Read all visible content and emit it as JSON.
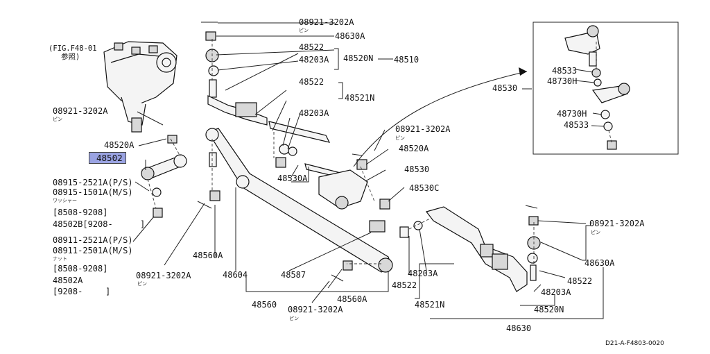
{
  "diagram": {
    "fig_ref_line1": "(FIG.F48-01",
    "fig_ref_line2": "参照)",
    "pin_note": "ピン",
    "washer_note": "ワッシャー",
    "nut_note": "ナット",
    "selected_part": "48502",
    "footer_code": "D21-A-F4803-0020",
    "labels": {
      "pin_top": "08921-3202A",
      "nut_48630A_top": "48630A",
      "part_48522_top": "48522",
      "part_48203A_top": "48203A",
      "part_48520N_top": "48520N",
      "part_48510": "48510",
      "part_48522_mid": "48522",
      "part_48521N_top": "48521N",
      "part_48203A_mid": "48203A",
      "part_48530": "48530",
      "pin_left": "08921-3202A",
      "nut_48520A_left": "48520A",
      "washer_1": "08915-2521A(P/S)",
      "washer_2": "08915-1501A(M/S)",
      "date_range_1": "[8508-9208]",
      "part_48502B": "48502B[9208-",
      "part_48502B_close": "]",
      "nut_1": "08911-2521A(P/S)",
      "nut_2": "08911-2501A(M/S)",
      "date_range_2": "[8508-9208]",
      "part_48502A": "48502A",
      "date_range_3": "[9208-",
      "date_range_3_close": "]",
      "pin_right_mid": "08921-3202A",
      "nut_48520A_right": "48520A",
      "part_48530A": "48530A",
      "part_48530_mid": "48530",
      "part_48530C": "48530C",
      "part_48560A_left": "48560A",
      "pin_bottom_left": "08921-3202A",
      "part_48604": "48604",
      "part_48587": "48587",
      "part_48560": "48560",
      "part_48560A_bottom": "48560A",
      "pin_bottom_mid": "08921-3202A",
      "part_48203A_bottom": "48203A",
      "part_48522_bottom": "48522",
      "part_48521N_bottom": "48521N",
      "part_48630": "48630",
      "part_48520N_bottom": "48520N",
      "part_48203A_right": "48203A",
      "part_48522_right": "48522",
      "nut_48630A_right": "48630A",
      "pin_right_bottom": "08921-3202A",
      "inset_48533_top": "48533",
      "inset_48730H_top": "48730H",
      "inset_48730H_bottom": "48730H",
      "inset_48533_bottom": "48533"
    }
  }
}
